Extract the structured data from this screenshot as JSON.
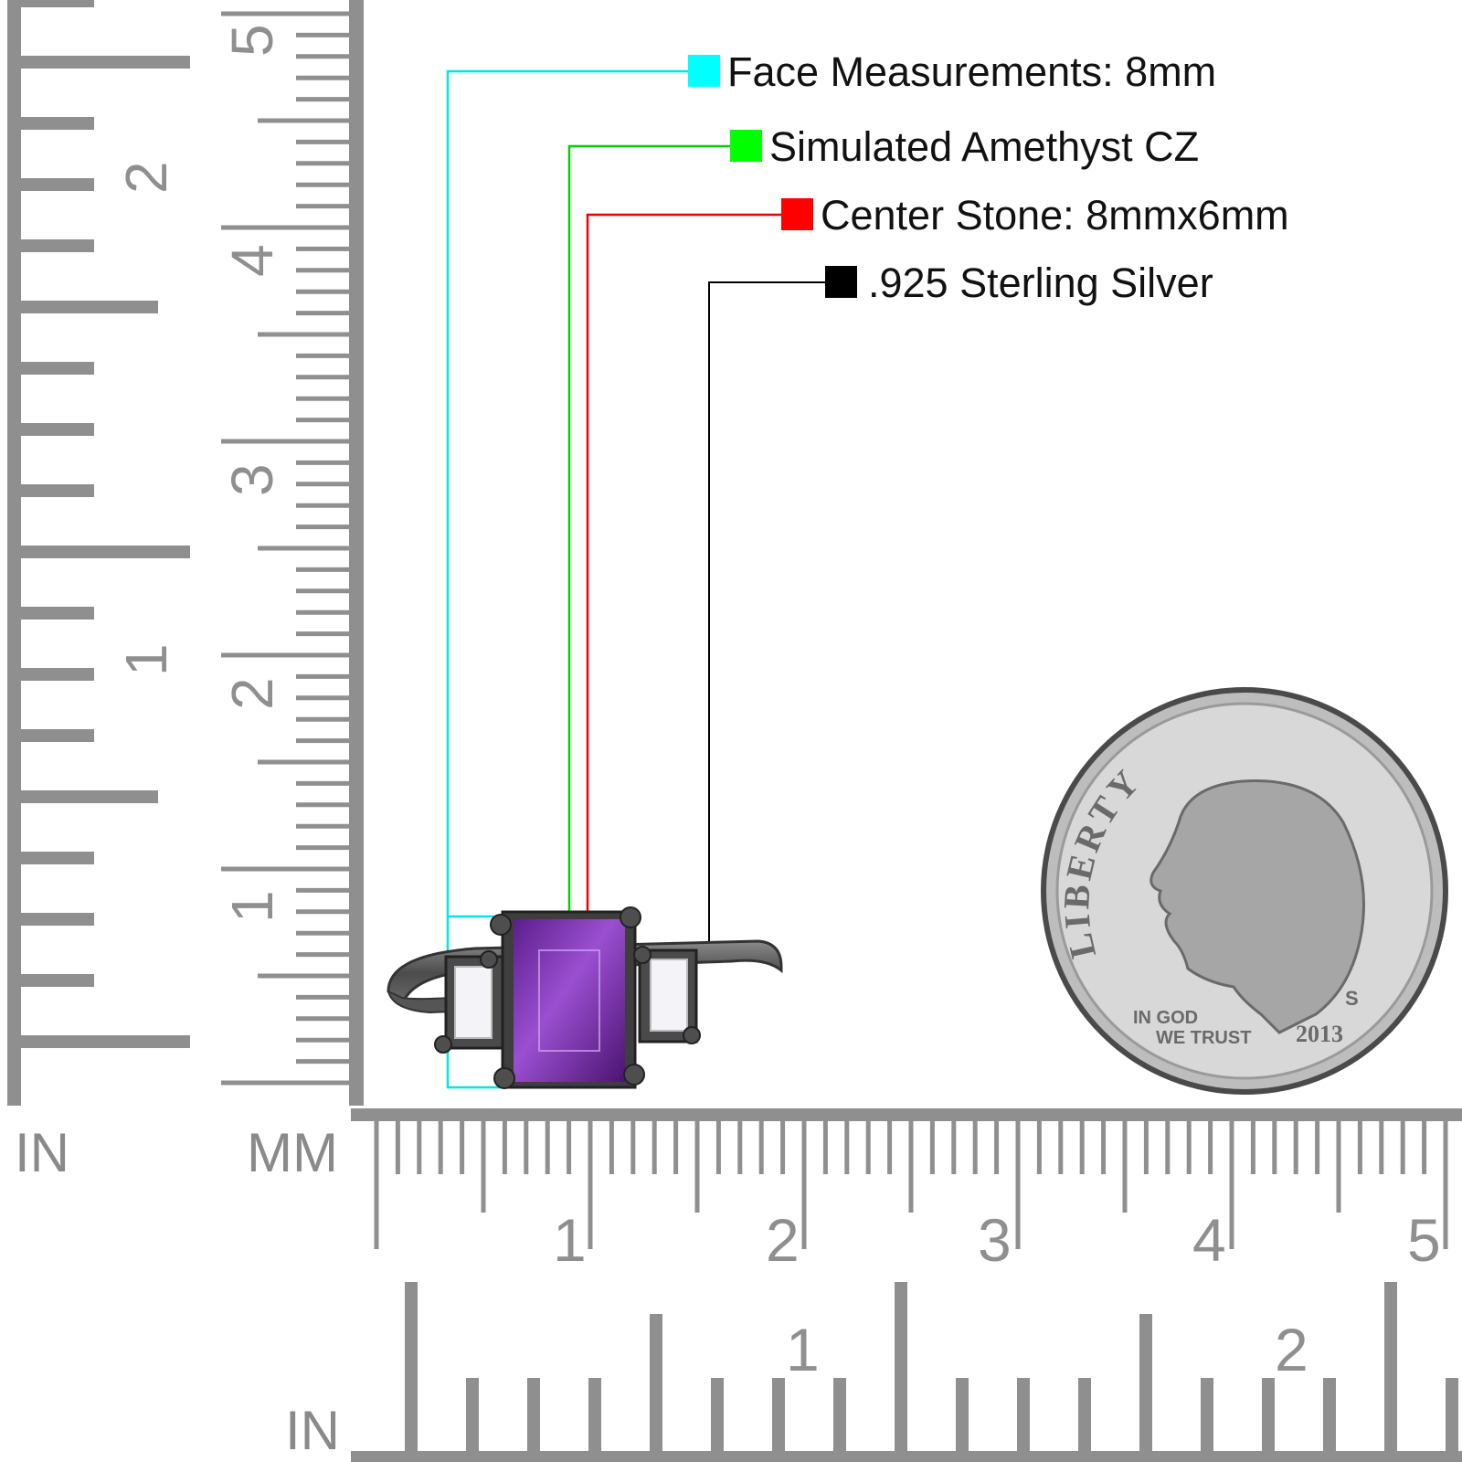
{
  "legend": {
    "items": [
      {
        "label": "Face Measurements: 8mm",
        "color": "#00ffff"
      },
      {
        "label": "Simulated Amethyst CZ",
        "color": "#00ff00"
      },
      {
        "label": "Center Stone: 8mmx6mm",
        "color": "#ff0000"
      },
      {
        "label": ".925 Sterling Silver",
        "color": "#000000"
      }
    ]
  },
  "rulers": {
    "vertical_mm_numbers": [
      "1",
      "2",
      "3",
      "4",
      "5"
    ],
    "vertical_in_numbers": [
      "1",
      "2"
    ],
    "horizontal_mm_numbers": [
      "1",
      "2",
      "3",
      "4",
      "5"
    ],
    "horizontal_in_numbers": [
      "1",
      "2"
    ],
    "label_in_left": "IN",
    "label_mm": "MM",
    "label_in_bottom": "IN",
    "ruler_color": "#8f8f8f"
  },
  "ring": {
    "metal_color": "#5e5e5e",
    "stone_color": "#7a2fb0",
    "side_stone_color": "#f4f4f8"
  },
  "coin": {
    "rim_text": "LIBERTY",
    "motto": [
      "IN GOD",
      "WE TRUST"
    ],
    "mint_mark": "S",
    "year": "2013",
    "color": "#c8c8c8"
  }
}
